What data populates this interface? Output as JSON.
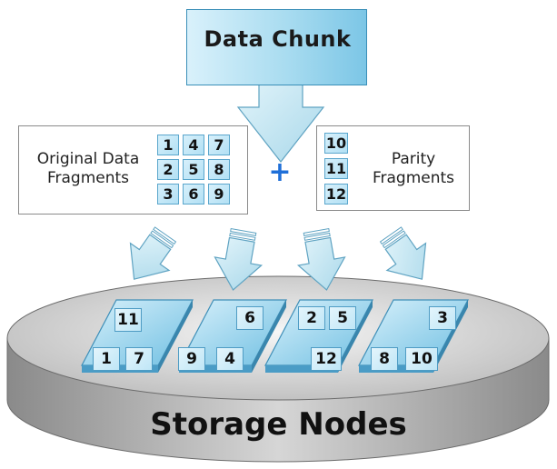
{
  "chunk": {
    "label": "Data Chunk"
  },
  "original": {
    "label_line1": "Original Data",
    "label_line2": "Fragments",
    "fragments": [
      "1",
      "4",
      "7",
      "2",
      "5",
      "8",
      "3",
      "6",
      "9"
    ]
  },
  "plus": "+",
  "parity": {
    "label_line1": "Parity",
    "label_line2": "Fragments",
    "fragments": [
      "10",
      "11",
      "12"
    ]
  },
  "nodes": [
    {
      "fragments": [
        "11",
        "1",
        "7"
      ]
    },
    {
      "fragments": [
        "6",
        "9",
        "4"
      ]
    },
    {
      "fragments": [
        "2",
        "5",
        "12"
      ]
    },
    {
      "fragments": [
        "3",
        "8",
        "10"
      ]
    }
  ],
  "storage": {
    "label": "Storage Nodes"
  },
  "colors": {
    "arrow_fill": "#bfe3ef",
    "arrow_stroke": "#5fa3c2",
    "tile_fill": "#b2e0f4",
    "disk_top": "#ececec",
    "disk_side": "#9a9a9a",
    "plus": "#1f6fd8"
  }
}
